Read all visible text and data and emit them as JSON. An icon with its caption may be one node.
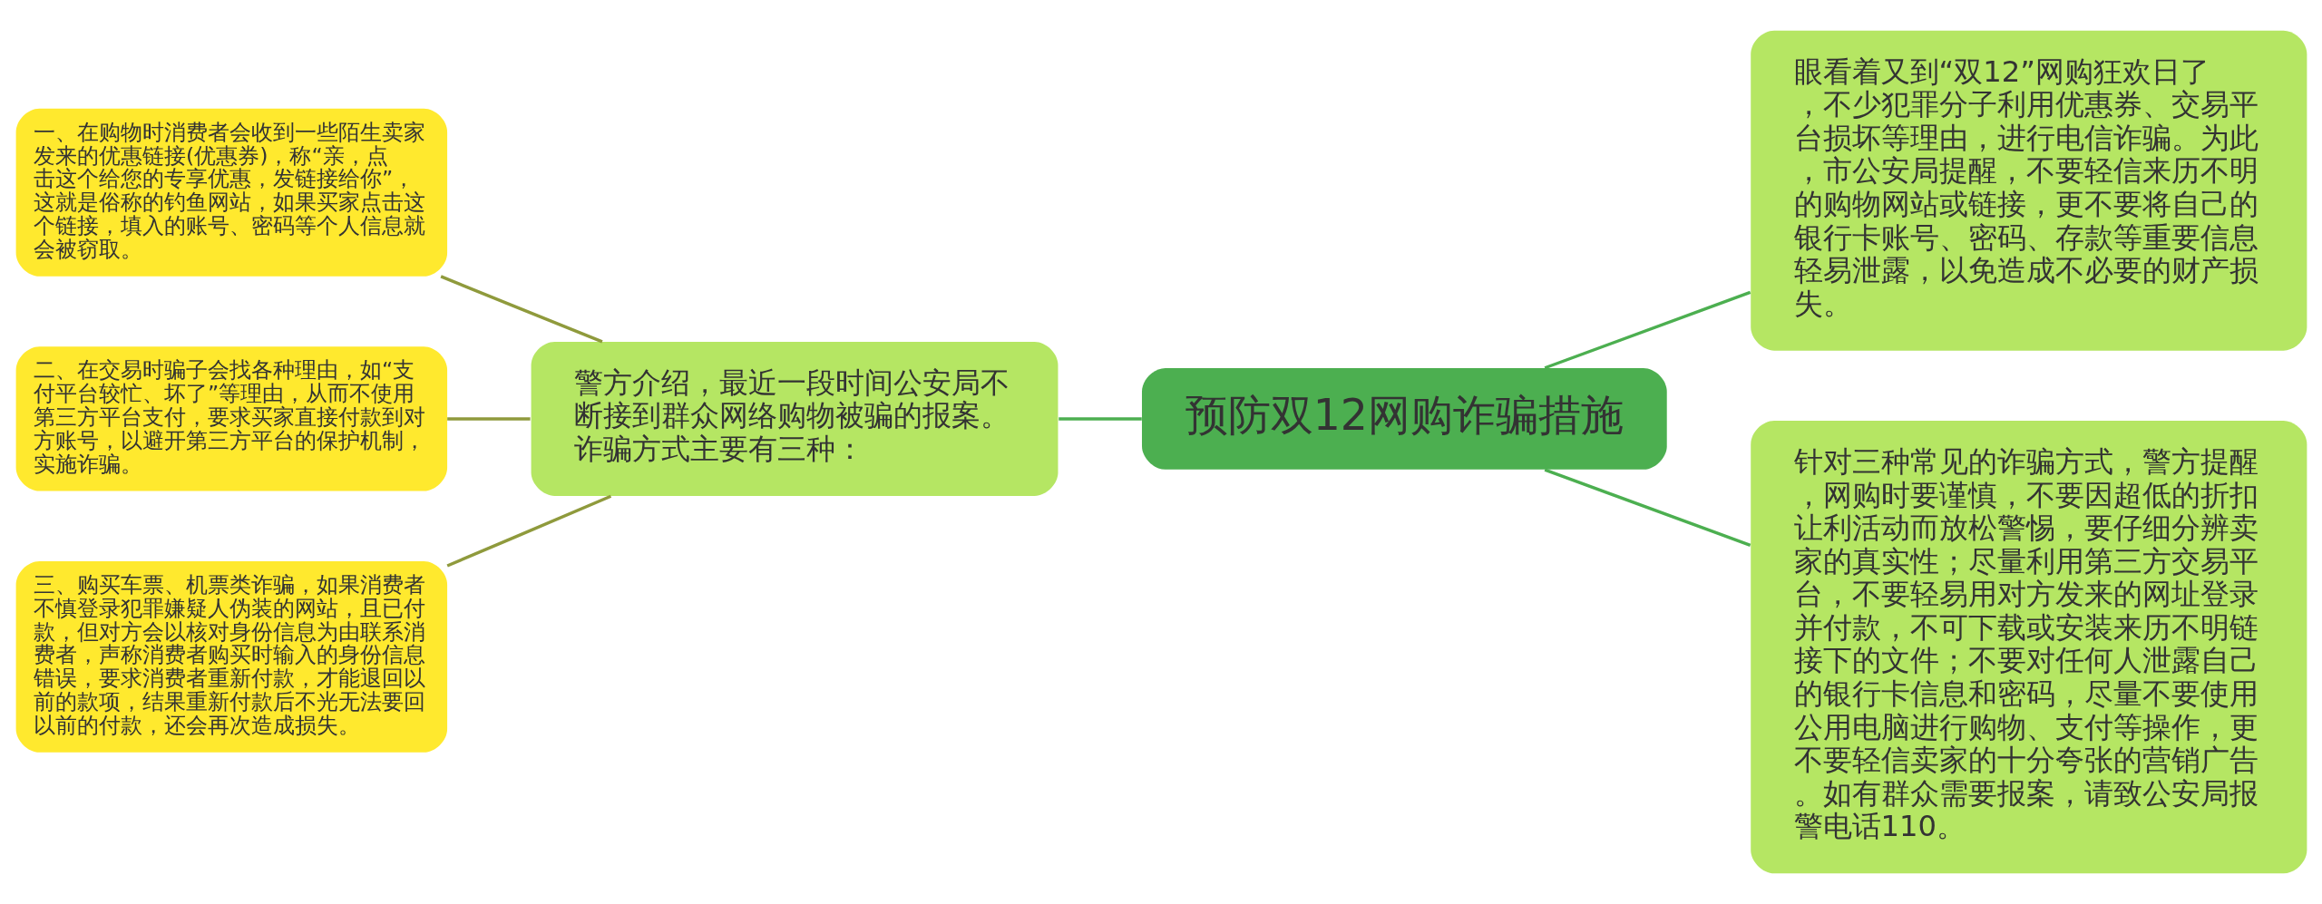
{
  "diagram": {
    "nodes": [
      {
        "text": [
          "预防双12网购诈骗措施"
        ]
      },
      {
        "text": [
          "警方介绍，最近一段时间公安局不断接到群众网络购物被骗的报案。诈骗方式主要有三种："
        ]
      },
      {
        "text": [
          "一、在购物时消费者会收到一些陌生卖家发来的优惠链接(优惠券)，称“亲，点击这个给您的专享优惠，发链接给你”，这就是俗称的钓鱼网站，如果买家点击这个链接，填入的账号、密码等个人信息就会被窃取。"
        ]
      },
      {
        "text": [
          "二、在交易时骗子会找各种理由，如“支付平台较忙、坏了”等理由，从而不使用第三方平台支付，要求买家直接付款到对方账号，以避开第三方平台的保护机制，实施诈骗。"
        ]
      },
      {
        "text": [
          "三、购买车票、机票类诈骗，如果消费者不慎登录犯罪嫌疑人伪装的网站，且已付款，但对方会以核对身份信息为由联系消费者，声称消费者购买时输入的身份信息错误，要求消费者重新付款，才能退回以前的款项，结果重新付款后不光无法要回以前的付款，还会再次造成损失。"
        ]
      },
      {
        "text": [
          "眼看着又到“双12”网购狂欢日了，不少犯罪分子利用优惠券、交易平台损坏等理由，进行电信诈骗。为此，市公安局提醒，不要轻信来历不明的购物网站或链接，更不要将自己的银行卡账号、密码、存款等重要信息轻易泄露，以免造成不必要的财产损失。"
        ]
      },
      {
        "text": [
          "针对三种常见的诈骗方式，警方提醒，网购时要谨慎，不要因超低的折扣让利活动而放松警惕，要仔细分辨卖家的真实性；尽量利用第三方交易平台，不要轻易用对方发来的网址登录并付款，不可下载或安装来历不明链接下的文件；不要对任何人泄露自己的银行卡信息和密码，尽量不要使用公用电脑进行购物、支付等操作，更不要轻信卖家的十分夸张的营销广告。如有群众需要报案，请致公安局报警电话110。"
        ]
      }
    ],
    "edges": [
      {
        "from": 0,
        "to": 1,
        "arrow": "none"
      },
      {
        "from": 1,
        "to": 2,
        "arrow": "none",
        "color": "#8f9a3c"
      },
      {
        "from": 1,
        "to": 3,
        "arrow": "none",
        "color": "#8f9a3c"
      },
      {
        "from": 1,
        "to": 4,
        "arrow": "none",
        "color": "#8f9a3c"
      },
      {
        "from": 0,
        "to": 5,
        "arrow": "none"
      },
      {
        "from": 0,
        "to": 6,
        "arrow": "none"
      }
    ]
  }
}
